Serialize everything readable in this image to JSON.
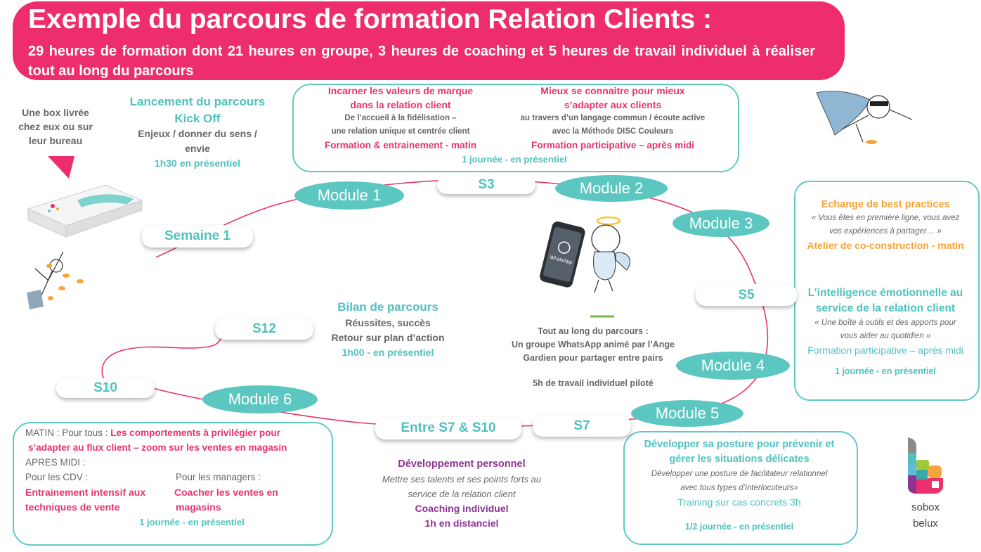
{
  "header": {
    "title": "Exemple du parcours de formation Relation Clients :",
    "subtitle": "29 heures de formation dont 21 heures en groupe, 3 heures de coaching et 5 heures de travail individuel à réaliser tout au long du parcours"
  },
  "box_delivery": [
    "Une box livrée",
    "chez eux ou sur",
    "leur bureau"
  ],
  "launch": {
    "title1": "Lancement du parcours",
    "title2": "Kick Off",
    "desc": [
      "Enjeux / donner du sens /",
      "envie"
    ],
    "duration": "1h30 en présentiel"
  },
  "modules12": {
    "left_title": [
      "Incarner les valeurs de marque",
      "dans la relation client"
    ],
    "left_desc": [
      "De l’accueil à la fidélisation –",
      "une relation unique et centrée client"
    ],
    "left_format": "Formation & entrainement - matin",
    "right_title": [
      "Mieux se connaitre pour mieux",
      "s’adapter aux clients"
    ],
    "right_desc": [
      "au travers d’un langage commun / écoute active",
      "avec la Méthode DISC Couleurs"
    ],
    "right_format": "Formation participative – après midi",
    "duration": "1 journée - en présentiel"
  },
  "modules345": {
    "m3_title": "Echange de best practices",
    "m3_quote": [
      "« Vous êtes en première ligne, vous avez",
      "vos expériences à partager… »"
    ],
    "m3_format": "Atelier de co-construction - matin",
    "m4_title": [
      "L’intelligence émotionnelle au",
      "service de la relation client"
    ],
    "m4_quote": [
      "« Une boîte à outils et des apports pour",
      "vous aider au quotidien »"
    ],
    "m4_format": "Formation participative – après midi",
    "duration": "1 journée - en présentiel"
  },
  "module5_box": {
    "title": [
      "Développer sa posture pour prévenir et",
      "gérer les situations délicates"
    ],
    "desc": [
      "Développer une posture de facilitateur relationnel",
      "avec tous types d’interlocuteurs»"
    ],
    "format": "Training sur cas concrets 3h",
    "duration": "1/2 journée - en présentiel"
  },
  "module6_box": {
    "morning_label": "MATIN : Pour tous : ",
    "morning_topic1": "Les comportements à privilégier pour",
    "morning_topic2": "s’adapter au flux client – zoom sur les ventes en magasin",
    "afternoon_label": "APRES MIDI :",
    "cdv_label": "Pour les CDV :",
    "managers_label": "Pour les managers :",
    "cdv_topic": [
      "Entrainement intensif aux",
      "techniques de vente"
    ],
    "managers_topic": [
      "Coacher les ventes en",
      "magasins"
    ],
    "duration": "1 journée - en présentiel"
  },
  "bilan": {
    "title": "Bilan de parcours",
    "desc": [
      "Réussites, succès",
      "Retour sur plan d’action"
    ],
    "duration": "1h00 - en présentiel"
  },
  "whatsapp": {
    "phone_label": "WhatsApp",
    "text": [
      "Tout au long du parcours :",
      "Un groupe WhatsApp animé par l’Ange",
      "Gardien pour partager entre pairs"
    ],
    "individual": "5h de travail individuel piloté"
  },
  "coaching": {
    "title": "Développement personnel",
    "desc": [
      "Mettre ses talents et ses points forts au",
      "service de la relation client"
    ],
    "format": "Coaching individuel",
    "duration": "1h en distanciel"
  },
  "path": {
    "module1": "Module 1",
    "module2": "Module 2",
    "module3": "Module 3",
    "module4": "Module 4",
    "module5": "Module 5",
    "module6": "Module 6",
    "semaine1": "Semaine 1",
    "s3": "S3",
    "s5": "S5",
    "s7": "S7",
    "s7s10": "Entre S7 & S10",
    "s10": "S10",
    "s12": "S12"
  },
  "logo": {
    "brand": "sobox",
    "region": "belux"
  },
  "colors": {
    "pink": "#ee2d6c",
    "teal": "#5cc7c1",
    "orange": "#f6a43a",
    "purple": "#8e3394"
  }
}
